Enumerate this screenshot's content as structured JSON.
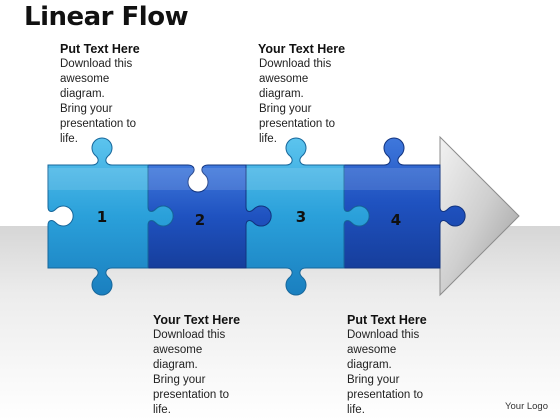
{
  "title": "Linear Flow",
  "pieces": [
    {
      "label": "1",
      "color": "#2a9fd8"
    },
    {
      "label": "2",
      "color": "#1e4fb8"
    },
    {
      "label": "3",
      "color": "#2a9fd8"
    },
    {
      "label": "4",
      "color": "#1e4fb8"
    }
  ],
  "text_blocks": [
    {
      "heading": "Put Text Here",
      "lines": [
        "Download this",
        "awesome",
        "diagram.",
        "Bring your",
        "presentation to",
        "life."
      ]
    },
    {
      "heading": "Your Text Here",
      "lines": [
        "Download this",
        "awesome",
        "diagram.",
        "Bring your",
        "presentation to",
        "life."
      ]
    },
    {
      "heading": "Your Text Here",
      "lines": [
        "Download this",
        "awesome",
        "diagram.",
        "Bring your",
        "presentation to",
        "life."
      ]
    },
    {
      "heading": "Put Text Here",
      "lines": [
        "Download this",
        "awesome",
        "diagram.",
        "Bring your",
        "presentation to",
        "life."
      ]
    }
  ],
  "logo": "Your Logo",
  "colors": {
    "light_blue": "#2a9fd8",
    "dark_blue": "#1e4fb8",
    "arrow_gray": "#c8c8c8"
  }
}
